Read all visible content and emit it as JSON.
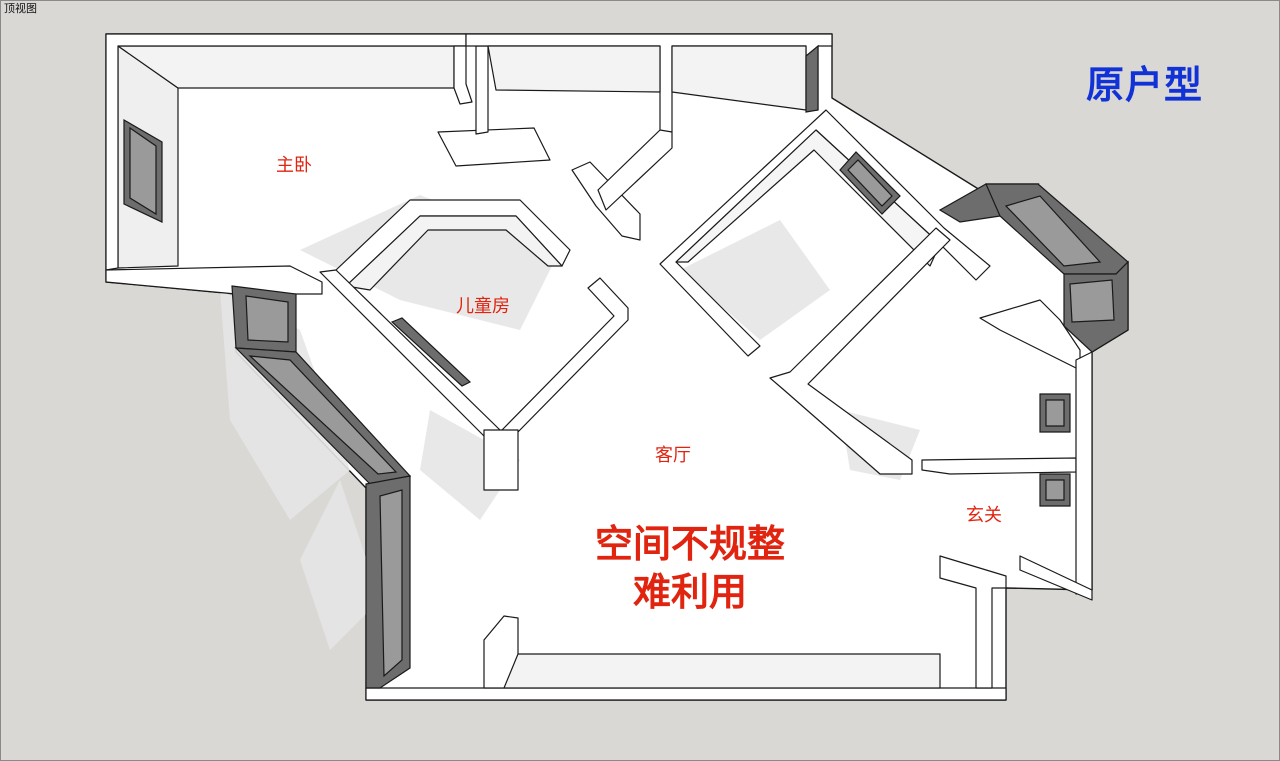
{
  "view": {
    "label": "顶视图"
  },
  "title": "原户型",
  "rooms": {
    "master_bedroom": "主卧",
    "kids_room": "儿童房",
    "living_room": "客厅",
    "entrance": "玄关"
  },
  "annotation": {
    "line1": "空间不规整",
    "line2": "难利用"
  },
  "colors": {
    "background": "#d9d8d4",
    "floor": "#ffffff",
    "wall_top": "#ffffff",
    "wall_side": "#ebebeb",
    "window": "#6d6d6d",
    "title_blue": "#1132d6",
    "label_red": "#e0240f"
  }
}
